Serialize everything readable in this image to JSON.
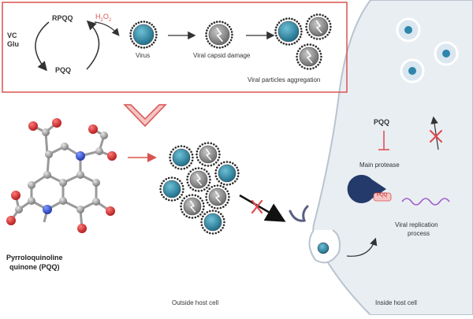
{
  "cycle": {
    "vc": "VC",
    "glu": "Glu",
    "rpqq": "RPQQ",
    "pqq": "PQQ",
    "h2o2": "H2O2"
  },
  "stages": {
    "virus": "Virus",
    "capsid_damage": "Viral capsid damage",
    "aggregation": "Viral particles aggregation"
  },
  "molecule": {
    "name_line1": "Pyrroloquinoline",
    "name_line2": "quinone (PQQ)"
  },
  "outside": {
    "label": "Outside host cell"
  },
  "inside": {
    "label": "Inside host cell",
    "pqq": "PQQ",
    "main_protease": "Main protease",
    "pqq_tag": "PQQ",
    "replication_line1": "Viral replication",
    "replication_line2": "process"
  },
  "colors": {
    "box_border": "#d9534f",
    "virus_blue": "#2e86ab",
    "damaged_gray": "#8a8a8a",
    "cell_bg": "#e9eef3",
    "protease_navy": "#243a6b",
    "inhibit_red": "#e0474c",
    "replication_purple": "#a05cc6",
    "hydrogen_peroxide_red": "#d9534f"
  }
}
